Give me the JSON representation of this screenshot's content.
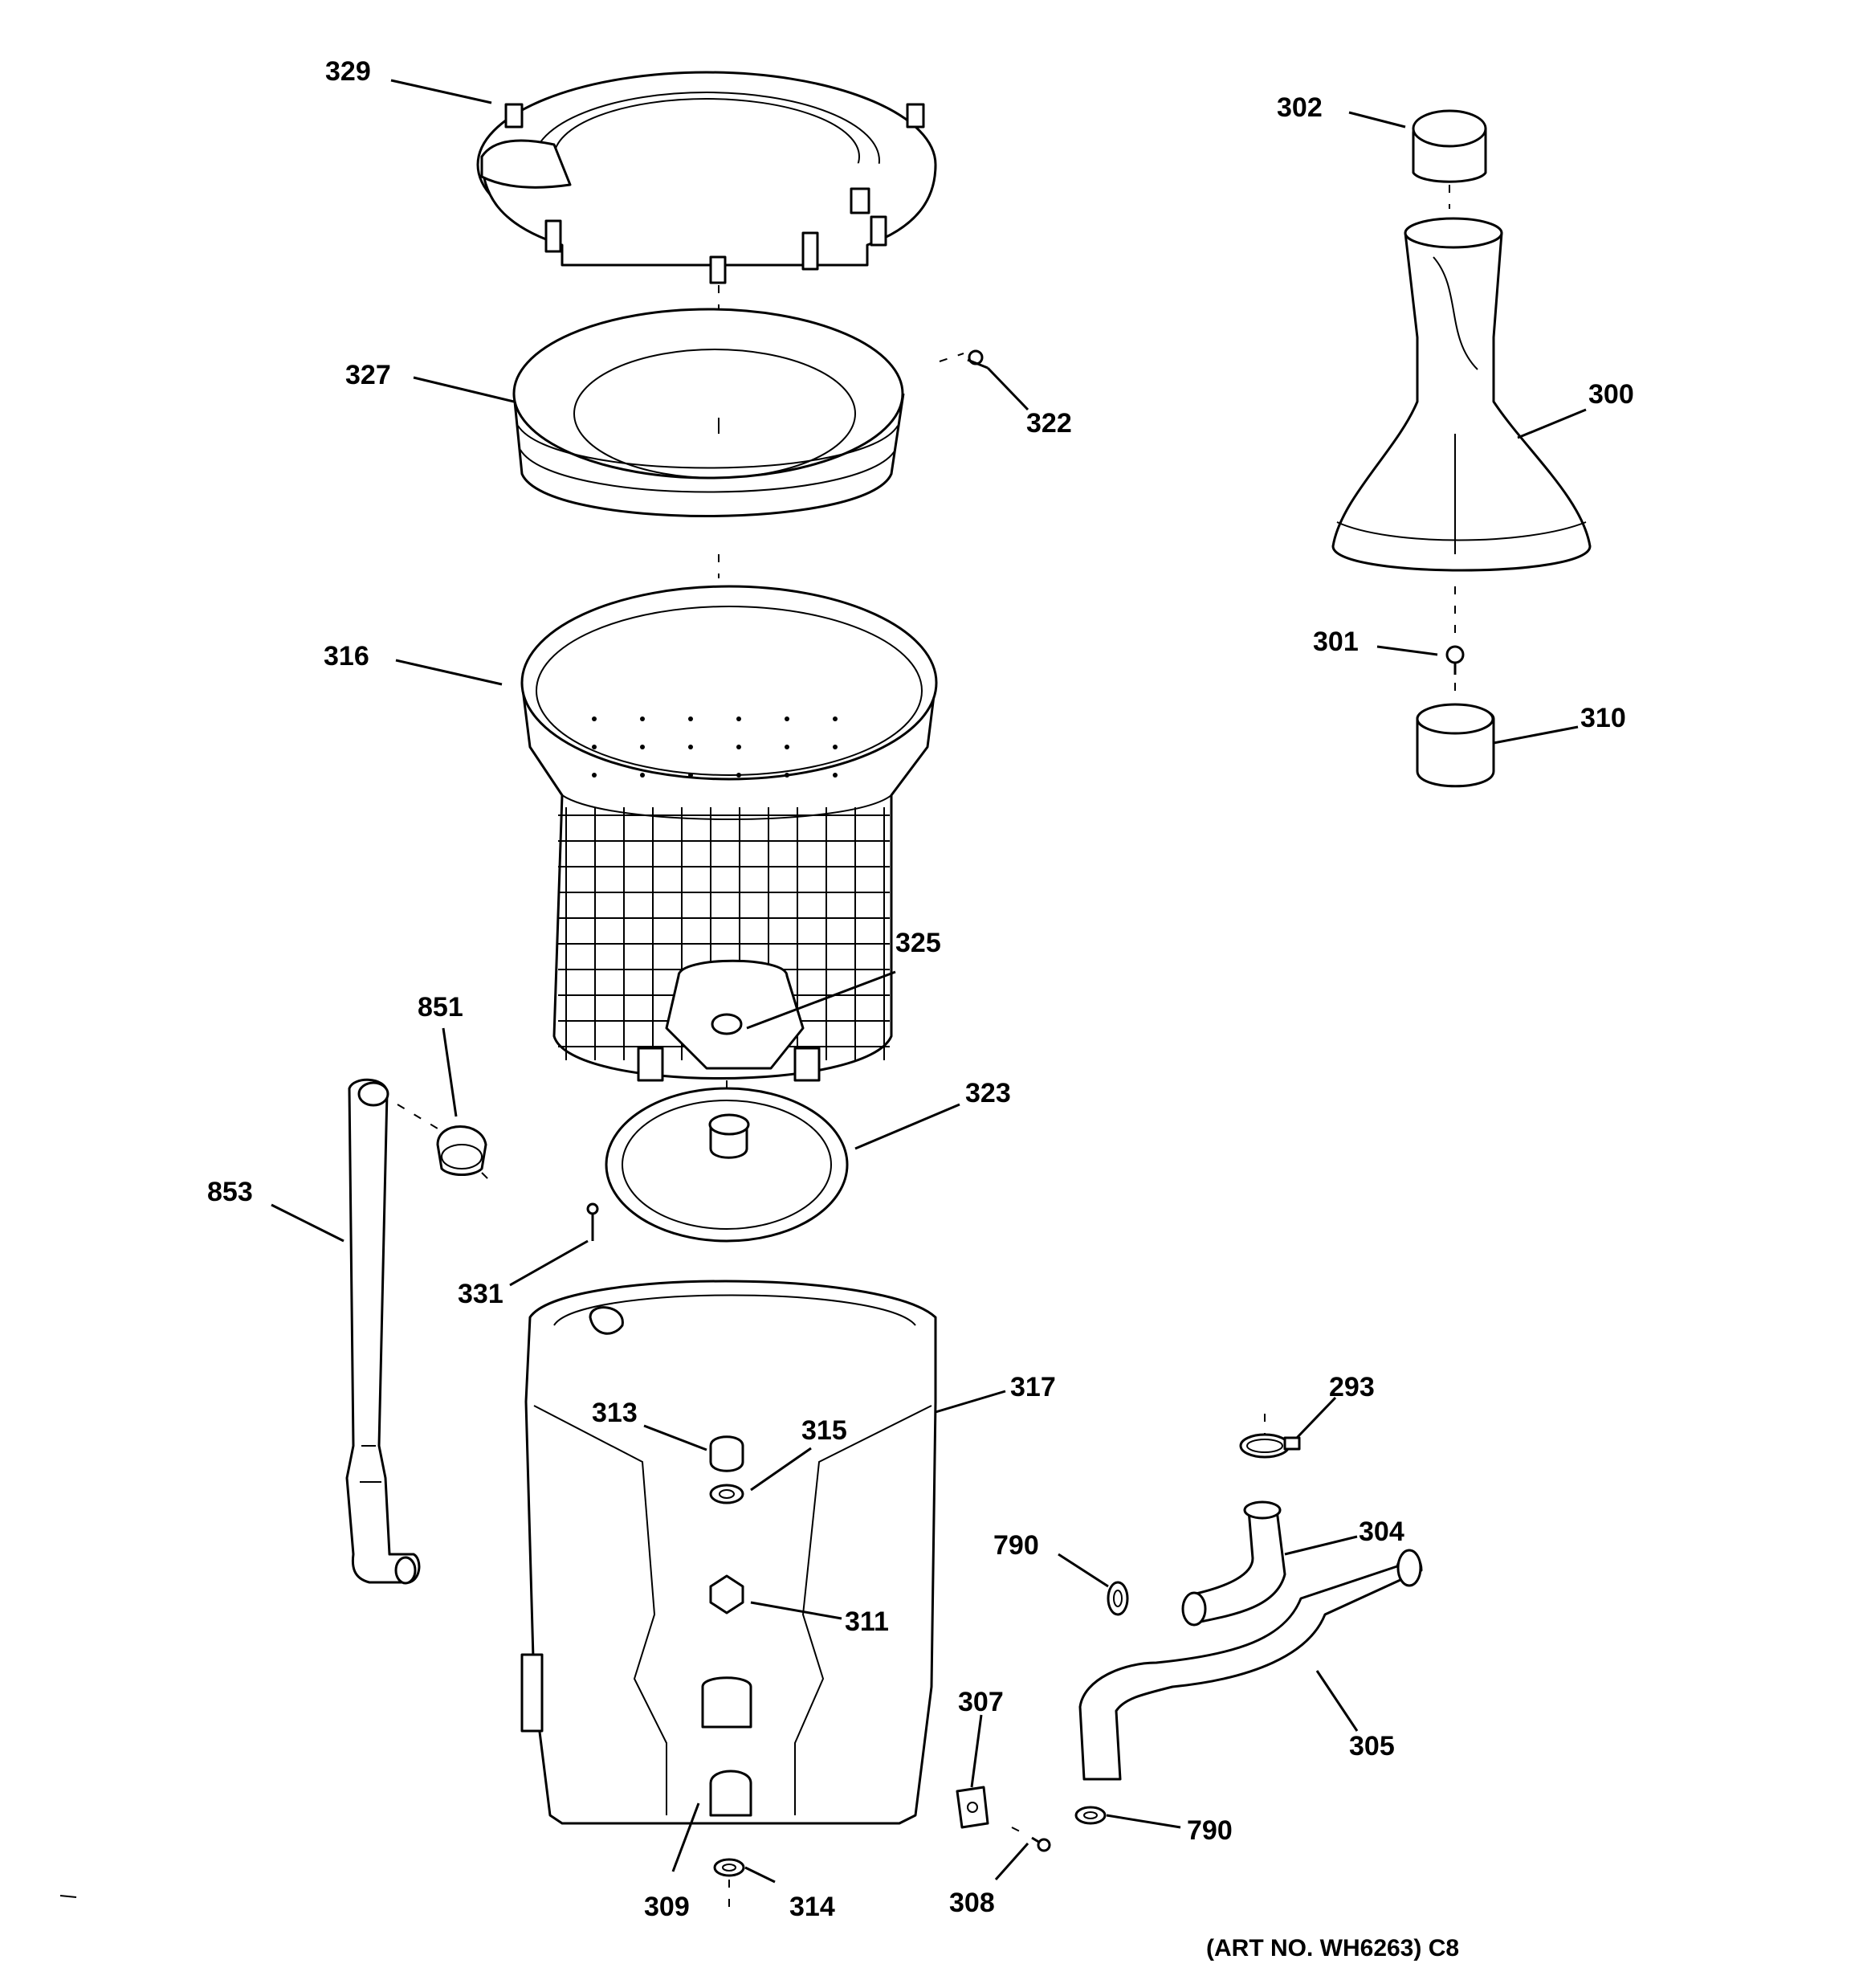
{
  "labels": {
    "p329": "329",
    "p302": "302",
    "p327": "327",
    "p322": "322",
    "p300": "300",
    "p316": "316",
    "p301": "301",
    "p310": "310",
    "p325": "325",
    "p851": "851",
    "p323": "323",
    "p853": "853",
    "p331": "331",
    "p317": "317",
    "p293": "293",
    "p313": "313",
    "p315": "315",
    "p304": "304",
    "p790a": "790",
    "p311": "311",
    "p307": "307",
    "p305": "305",
    "p790b": "790",
    "p309": "309",
    "p314": "314",
    "p308": "308"
  },
  "art_number": "(ART NO. WH6263) C8"
}
